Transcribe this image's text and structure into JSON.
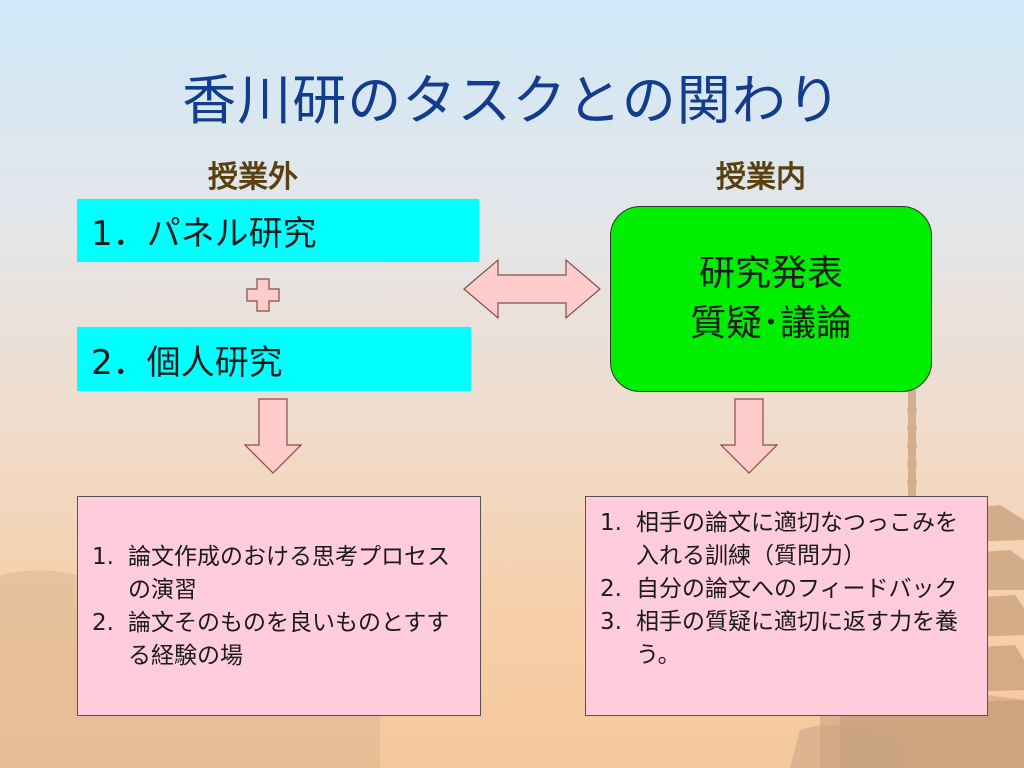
{
  "slide": {
    "title": "香川研のタスクとの関わり",
    "label_left": "授業外",
    "label_right": "授業内"
  },
  "left": {
    "panel_research": "1．パネル研究",
    "individual_research": "2．個人研究",
    "outcomes": [
      {
        "num": "1.",
        "text": "論文作成のおける思考プロセスの演習"
      },
      {
        "num": "2.",
        "text": "論文そのものを良いものとすする経験の場"
      }
    ]
  },
  "right": {
    "presentation_lines": [
      "研究発表",
      "質疑･議論"
    ],
    "outcomes": [
      {
        "num": "1.",
        "text": "相手の論文に適切なつっこみを入れる訓練（質問力）"
      },
      {
        "num": "2.",
        "text": "自分の論文へのフィードバック"
      },
      {
        "num": "3.",
        "text": "相手の質疑に適切に返す力を養う。"
      }
    ]
  },
  "colors": {
    "title": "#123c8c",
    "cyan": "#00ffff",
    "green": "#00ee00",
    "pink": "#ffccdc",
    "arrow_fill": "#ffcccc",
    "arrow_stroke": "#8a4a4a"
  },
  "icons": {
    "plus": "plus-icon",
    "double_arrow": "double-arrow-icon",
    "down_arrow": "down-arrow-icon"
  }
}
